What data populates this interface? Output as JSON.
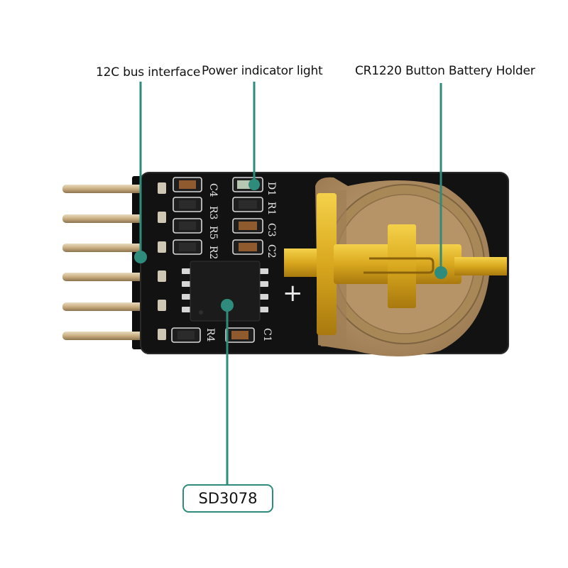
{
  "callouts": {
    "i2c": "12C bus interface",
    "power": "Power indicator light",
    "battery": "CR1220 Button Battery Holder",
    "chip": "SD3078"
  },
  "silkscreen": {
    "d1": "D1",
    "c4": "C4",
    "r1": "R1",
    "r3": "R3",
    "c3": "C3",
    "r5": "R5",
    "c2": "C2",
    "r2": "R2",
    "r4": "R4",
    "c1": "C1",
    "plus": "+"
  },
  "colors": {
    "leader": "#2f8c7c",
    "board": "#121212",
    "battery_holder": "#b8976c",
    "contact": "#d9a81e",
    "pin": "#c8b089"
  }
}
